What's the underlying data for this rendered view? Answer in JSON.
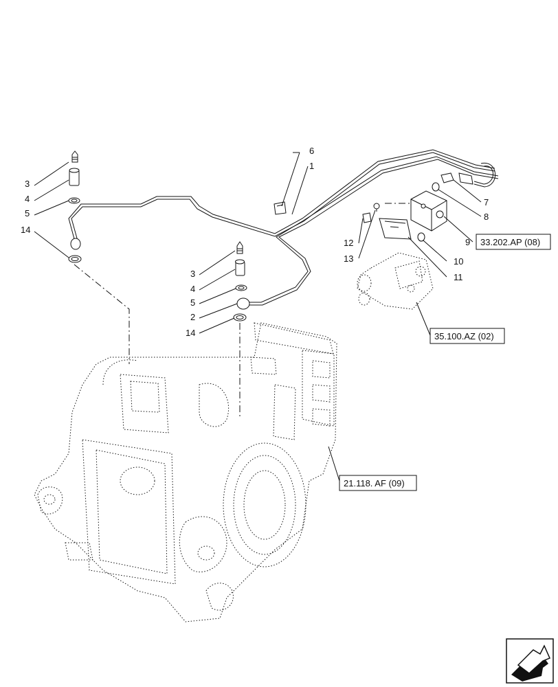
{
  "callouts": {
    "c1": "1",
    "c2": "2",
    "c3a": "3",
    "c3b": "3",
    "c4a": "4",
    "c4b": "4",
    "c5a": "5",
    "c5b": "5",
    "c6": "6",
    "c7": "7",
    "c8": "8",
    "c9": "9",
    "c10": "10",
    "c11": "11",
    "c12": "12",
    "c13": "13",
    "c14a": "14",
    "c14b": "14"
  },
  "references": {
    "ref_valve_block": "33.202.AP (08)",
    "ref_control_valve": "35.100.AZ (02)",
    "ref_housing": "21.118. AF (09)"
  },
  "icons": {
    "nav": "next-page-arrow-icon"
  }
}
